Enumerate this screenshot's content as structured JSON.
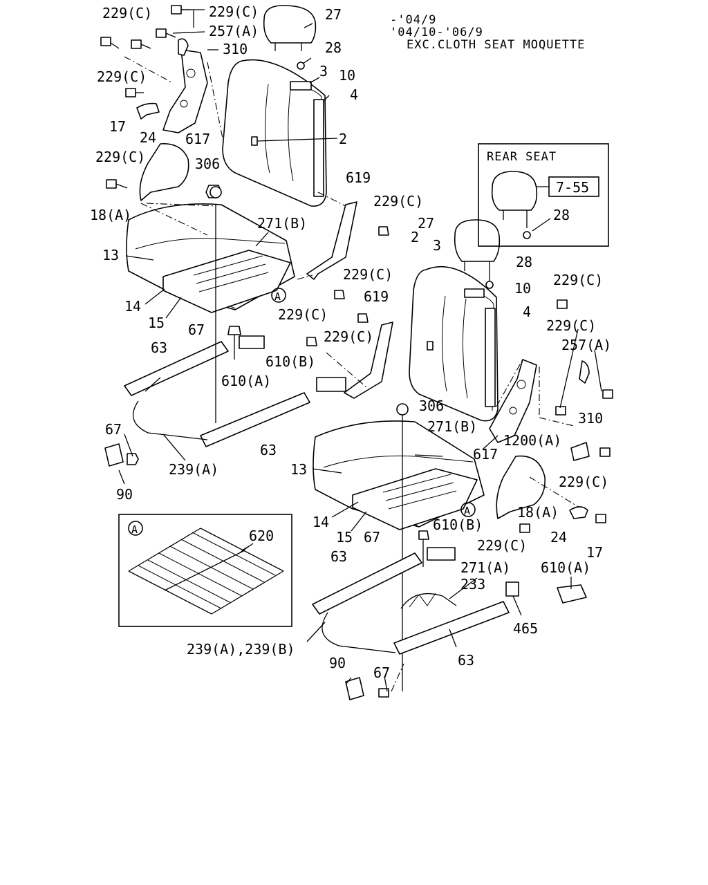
{
  "header": {
    "line1": "-'04/9",
    "line2": "'04/10-'06/9",
    "line3": "EXC.CLOTH SEAT MOQUETTE"
  },
  "rear_seat_box": {
    "title": "REAR SEAT",
    "ref_label": "7-55",
    "part_label": "28"
  },
  "detail_box": {
    "marker": "A",
    "part_label": "620"
  },
  "markers": [
    "A",
    "A"
  ],
  "labels": {
    "l01": "229(C)",
    "l02": "229(C)",
    "l03": "257(A)",
    "l04": "310",
    "l05": "27",
    "l06": "28",
    "l07": "3",
    "l08": "10",
    "l09": "4",
    "l10": "229(C)",
    "l11": "17",
    "l12": "24",
    "l13": "617",
    "l14": "2",
    "l15": "229(C)",
    "l16": "306",
    "l17": "18(A)",
    "l18": "619",
    "l19": "229(C)",
    "l20": "271(B)",
    "l21": "13",
    "l22": "27",
    "l23": "2",
    "l24": "3",
    "l25": "28",
    "l26": "229(C)",
    "l27": "10",
    "l28": "14",
    "l29": "15",
    "l30": "4",
    "l31": "229(C)",
    "l32": "229(C)",
    "l33": "67",
    "l34": "229(C)",
    "l35": "619",
    "l36": "229(C)",
    "l37": "257(A)",
    "l38": "63",
    "l39": "610(B)",
    "l40": "610(A)",
    "l41": "306",
    "l42": "310",
    "l43": "271(B)",
    "l44": "63",
    "l45": "67",
    "l46": "1200(A)",
    "l47": "617",
    "l48": "239(A)",
    "l49": "229(C)",
    "l50": "13",
    "l51": "90",
    "l52": "18(A)",
    "l53": "14",
    "l54": "24",
    "l55": "15",
    "l56": "67",
    "l57": "610(B)",
    "l58": "229(C)",
    "l59": "17",
    "l60": "63",
    "l61": "271(A)",
    "l62": "610(A)",
    "l63": "233",
    "l64": "465",
    "l65": "239(A),239(B)",
    "l66": "63",
    "l67": "90",
    "l68": "67"
  }
}
